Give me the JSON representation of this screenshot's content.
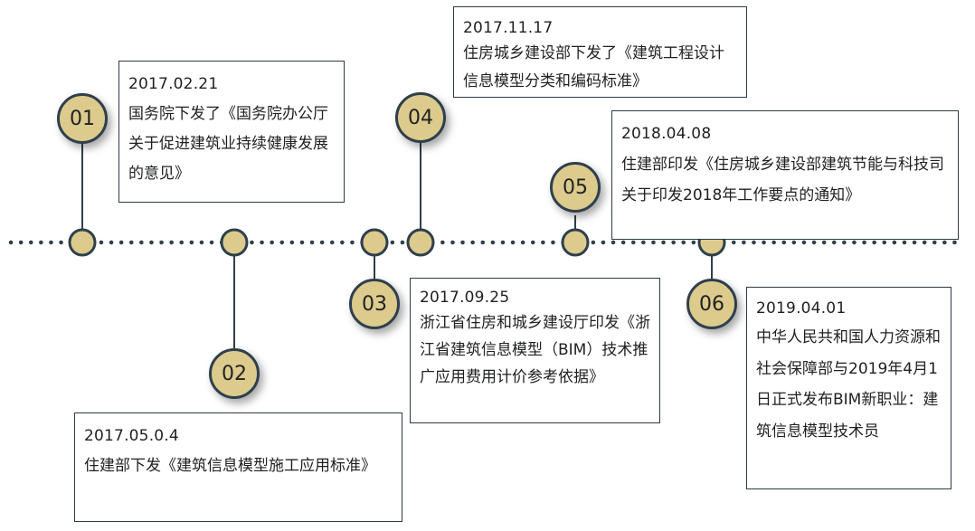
{
  "events": [
    {
      "number": "01",
      "date": "2017.02.21",
      "text": "国务院下发了《国务院办公厅关于促进建筑业持续健康发展的意见》"
    },
    {
      "number": "02",
      "date": "2017.05.0.4",
      "text": "住建部下发《建筑信息模型施工应用标准》"
    },
    {
      "number": "03",
      "date": "2017.09.25",
      "text": "浙江省住房和城乡建设厅印发《浙江省建筑信息模型（BIM）技术推广应用费用计价参考依据》"
    },
    {
      "number": "04",
      "date": "2017.11.17",
      "text": "住房城乡建设部下发了《建筑工程设计信息模型分类和编码标准》"
    },
    {
      "number": "05",
      "date": "2018.04.08",
      "text": "住建部印发《住房城乡建设部建筑节能与科技司关于印发2018年工作要点的通知》"
    },
    {
      "number": "06",
      "date": "2019.04.01",
      "text": "中华人民共和国人力资源和社会保障部与2019年4月1日正式发布BIM新职业：建筑信息模型技术员"
    }
  ],
  "colors": {
    "line": "#2f3f4c",
    "node_fill": "#dccb8d",
    "box_border": "#2c3a44"
  }
}
